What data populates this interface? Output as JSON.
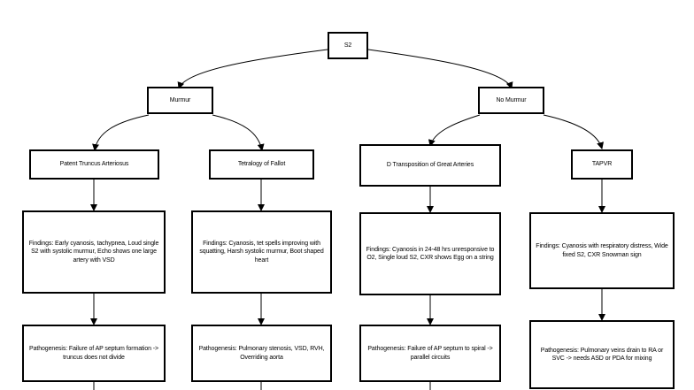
{
  "diagram": {
    "root": {
      "label": "S2"
    },
    "murmur": {
      "label": "Murmur",
      "patent_truncus": {
        "label": "Patent Truncus Arteriosus",
        "findings": "Findings: Early cyanosis, tachypnea, Loud single S2 with systolic murmur, Echo shows one large artery with VSD",
        "pathogenesis": "Pathogenesis: Failure of AP septum formation -> truncus does not divide"
      },
      "tetralogy": {
        "label": "Tetralogy of Fallot",
        "findings": "Findings: Cyanosis, tet spells improving with squatting, Harsh systolic murmur, Boot shaped heart",
        "pathogenesis": "Pathogenesis: Pulmonary stenosis, VSD, RVH, Overriding aorta"
      }
    },
    "no_murmur": {
      "label": "No Murmur",
      "d_transposition": {
        "label": "D Transposition of Great Arteries",
        "findings": "Findings: Cyanosis in 24-48 hrs unresponsive to O2, Single loud S2, CXR shows Egg on a string",
        "pathogenesis": "Pathogenesis: Failure of AP septum to spiral -> parallel circuits"
      },
      "tapvr": {
        "label": "TAPVR",
        "findings": "Findings: Cyanosis with respiratory distress, Wide fixed S2, CXR Snowman sign",
        "pathogenesis": "Pathogenesis: Pulmonary veins drain to RA or SVC -> needs ASD or PDA for mixing"
      }
    }
  }
}
